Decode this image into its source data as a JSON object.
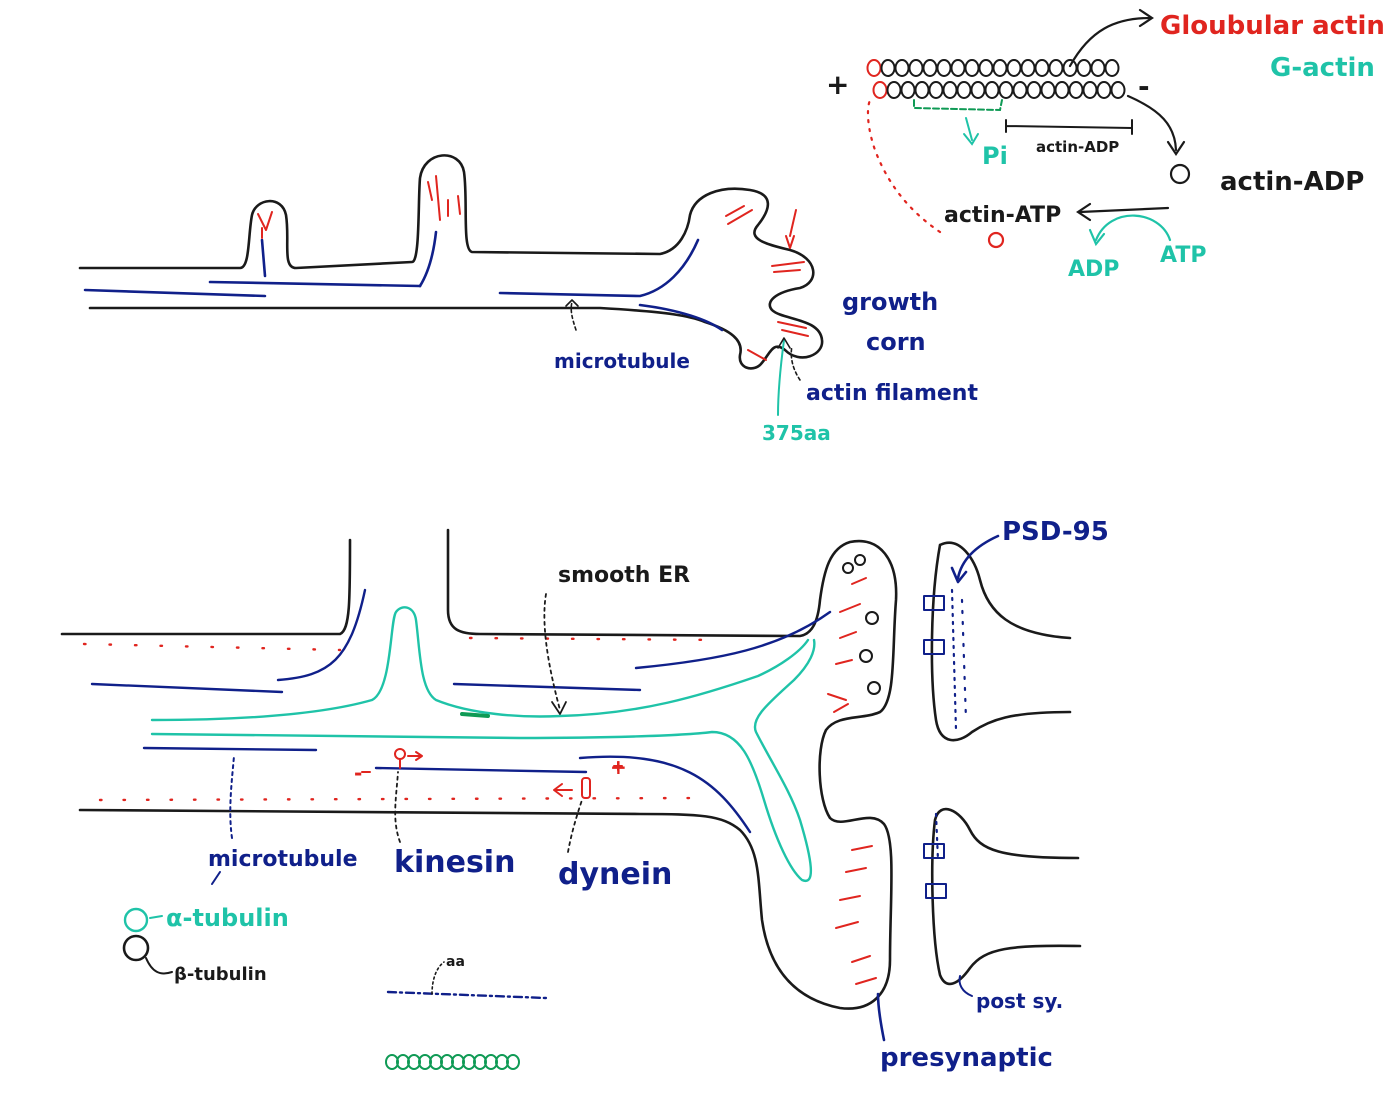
{
  "colors": {
    "ink_black": "#1a1a1a",
    "ink_navy": "#10208a",
    "ink_red": "#e0251f",
    "ink_teal": "#1fc3a8",
    "ink_green": "#0f9a55",
    "ink_brown": "#6b3410"
  },
  "actin_panel": {
    "title_globular": "Gloubular actin",
    "title_gactin": "G-actin",
    "plus_end": "+",
    "minus_end": "-",
    "pi": "Pi",
    "actin_adp_bracket": "actin-ADP",
    "actin_adp": "actin-ADP",
    "actin_atp": "actin-ATP",
    "adp": "ADP",
    "atp": "ATP"
  },
  "neuron_panel": {
    "growth": "growth",
    "corn": "corn",
    "microtubule": "microtubule",
    "actin_filament": "actin filament",
    "aa_count": "375aa"
  },
  "synapse_panel": {
    "smooth_er": "smooth ER",
    "psd95": "PSD-95",
    "microtubule": "microtubule",
    "kinesin": "kinesin",
    "dynein": "dynein",
    "alpha_tubulin": "α-tubulin",
    "beta_tubulin": "β-tubulin",
    "aa": "aa",
    "presynaptic": "presynaptic",
    "post_sy": "post sy.",
    "minus": "-",
    "plus": "+"
  }
}
